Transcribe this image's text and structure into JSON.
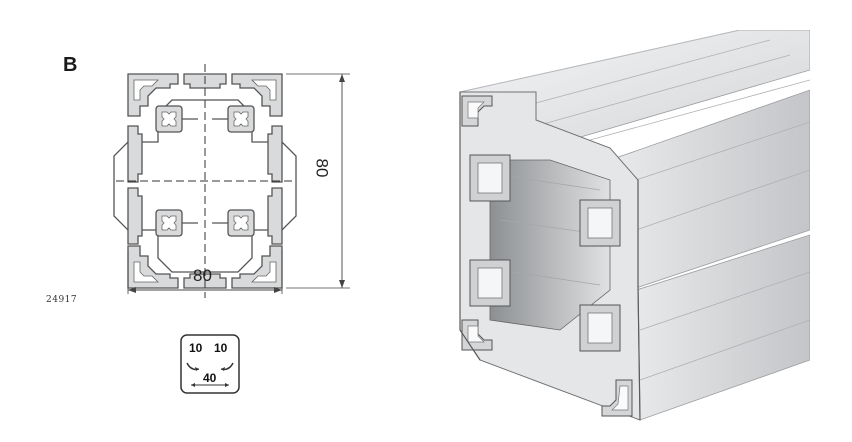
{
  "section_label": "B",
  "dim_width": "80",
  "dim_height": "80",
  "part_number": "24917",
  "slot_badge": {
    "slot_left": "10",
    "slot_right": "10",
    "grid": "40"
  },
  "colors": {
    "profile_fill": "#d9dadb",
    "profile_stroke": "#555555",
    "render_light": "#f2f3f4",
    "render_mid": "#c9cbcd",
    "render_dark": "#8d9093"
  }
}
